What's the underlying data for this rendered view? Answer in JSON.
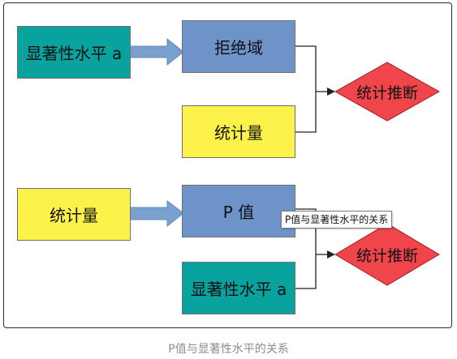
{
  "diagram": {
    "group1": {
      "input_label": "显著性水平 a",
      "region_label": "拒绝域",
      "stat_label": "统计量",
      "decision_label": "统计推断"
    },
    "group2": {
      "input_label": "统计量",
      "pvalue_label": "P 值",
      "alpha_label": "显著性水平 a",
      "decision_label": "统计推断"
    },
    "tooltip": "P值与显著性水平的关系"
  },
  "caption": "P值与显著性水平的关系",
  "colors": {
    "teal": "#0aa29f",
    "blue": "#6d93c9",
    "yellow": "#fdf24a",
    "red": "#f0454a",
    "arrow_blue": "#7aa0cf"
  }
}
